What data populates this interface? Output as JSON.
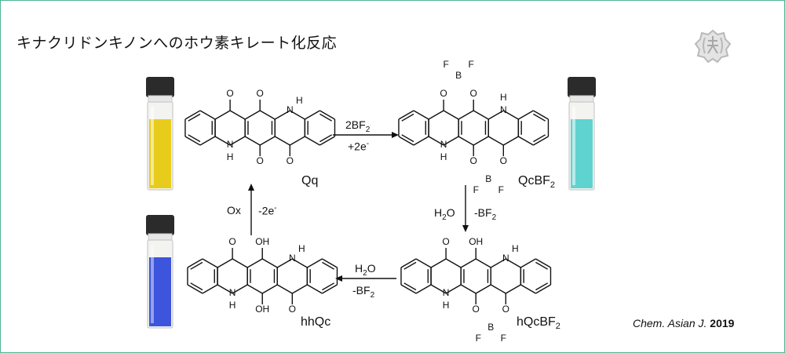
{
  "title": "キナクリドンキノンへのホウ素キレート化反応",
  "compounds": {
    "qq": "Qq",
    "qcbf2": "QcBF",
    "hqcbf2": "hQcBF",
    "hhqc": "hhQc"
  },
  "atoms": {
    "O": "O",
    "N": "N",
    "H": "H",
    "OH": "OH",
    "B": "B",
    "F": "F"
  },
  "arrows": {
    "top_above": "2BF",
    "top_below": "+2e",
    "right_left": "H",
    "right_left_tail": "O",
    "right_right": "-BF",
    "bottom_above_h": "H",
    "bottom_above_tail": "O",
    "bottom_below": "-BF",
    "left_left": "Ox",
    "left_right": "-2e",
    "sub2": "2",
    "sup_minus": "-"
  },
  "citation": {
    "journal": "Chem. Asian J.",
    "year": "2019"
  },
  "colors": {
    "border": "#4fb795",
    "vial_yellow": "#e8cc1c",
    "vial_cyan": "#5fd3cf",
    "vial_blue": "#3d55dc",
    "vial_cap": "#2b2b2b"
  }
}
